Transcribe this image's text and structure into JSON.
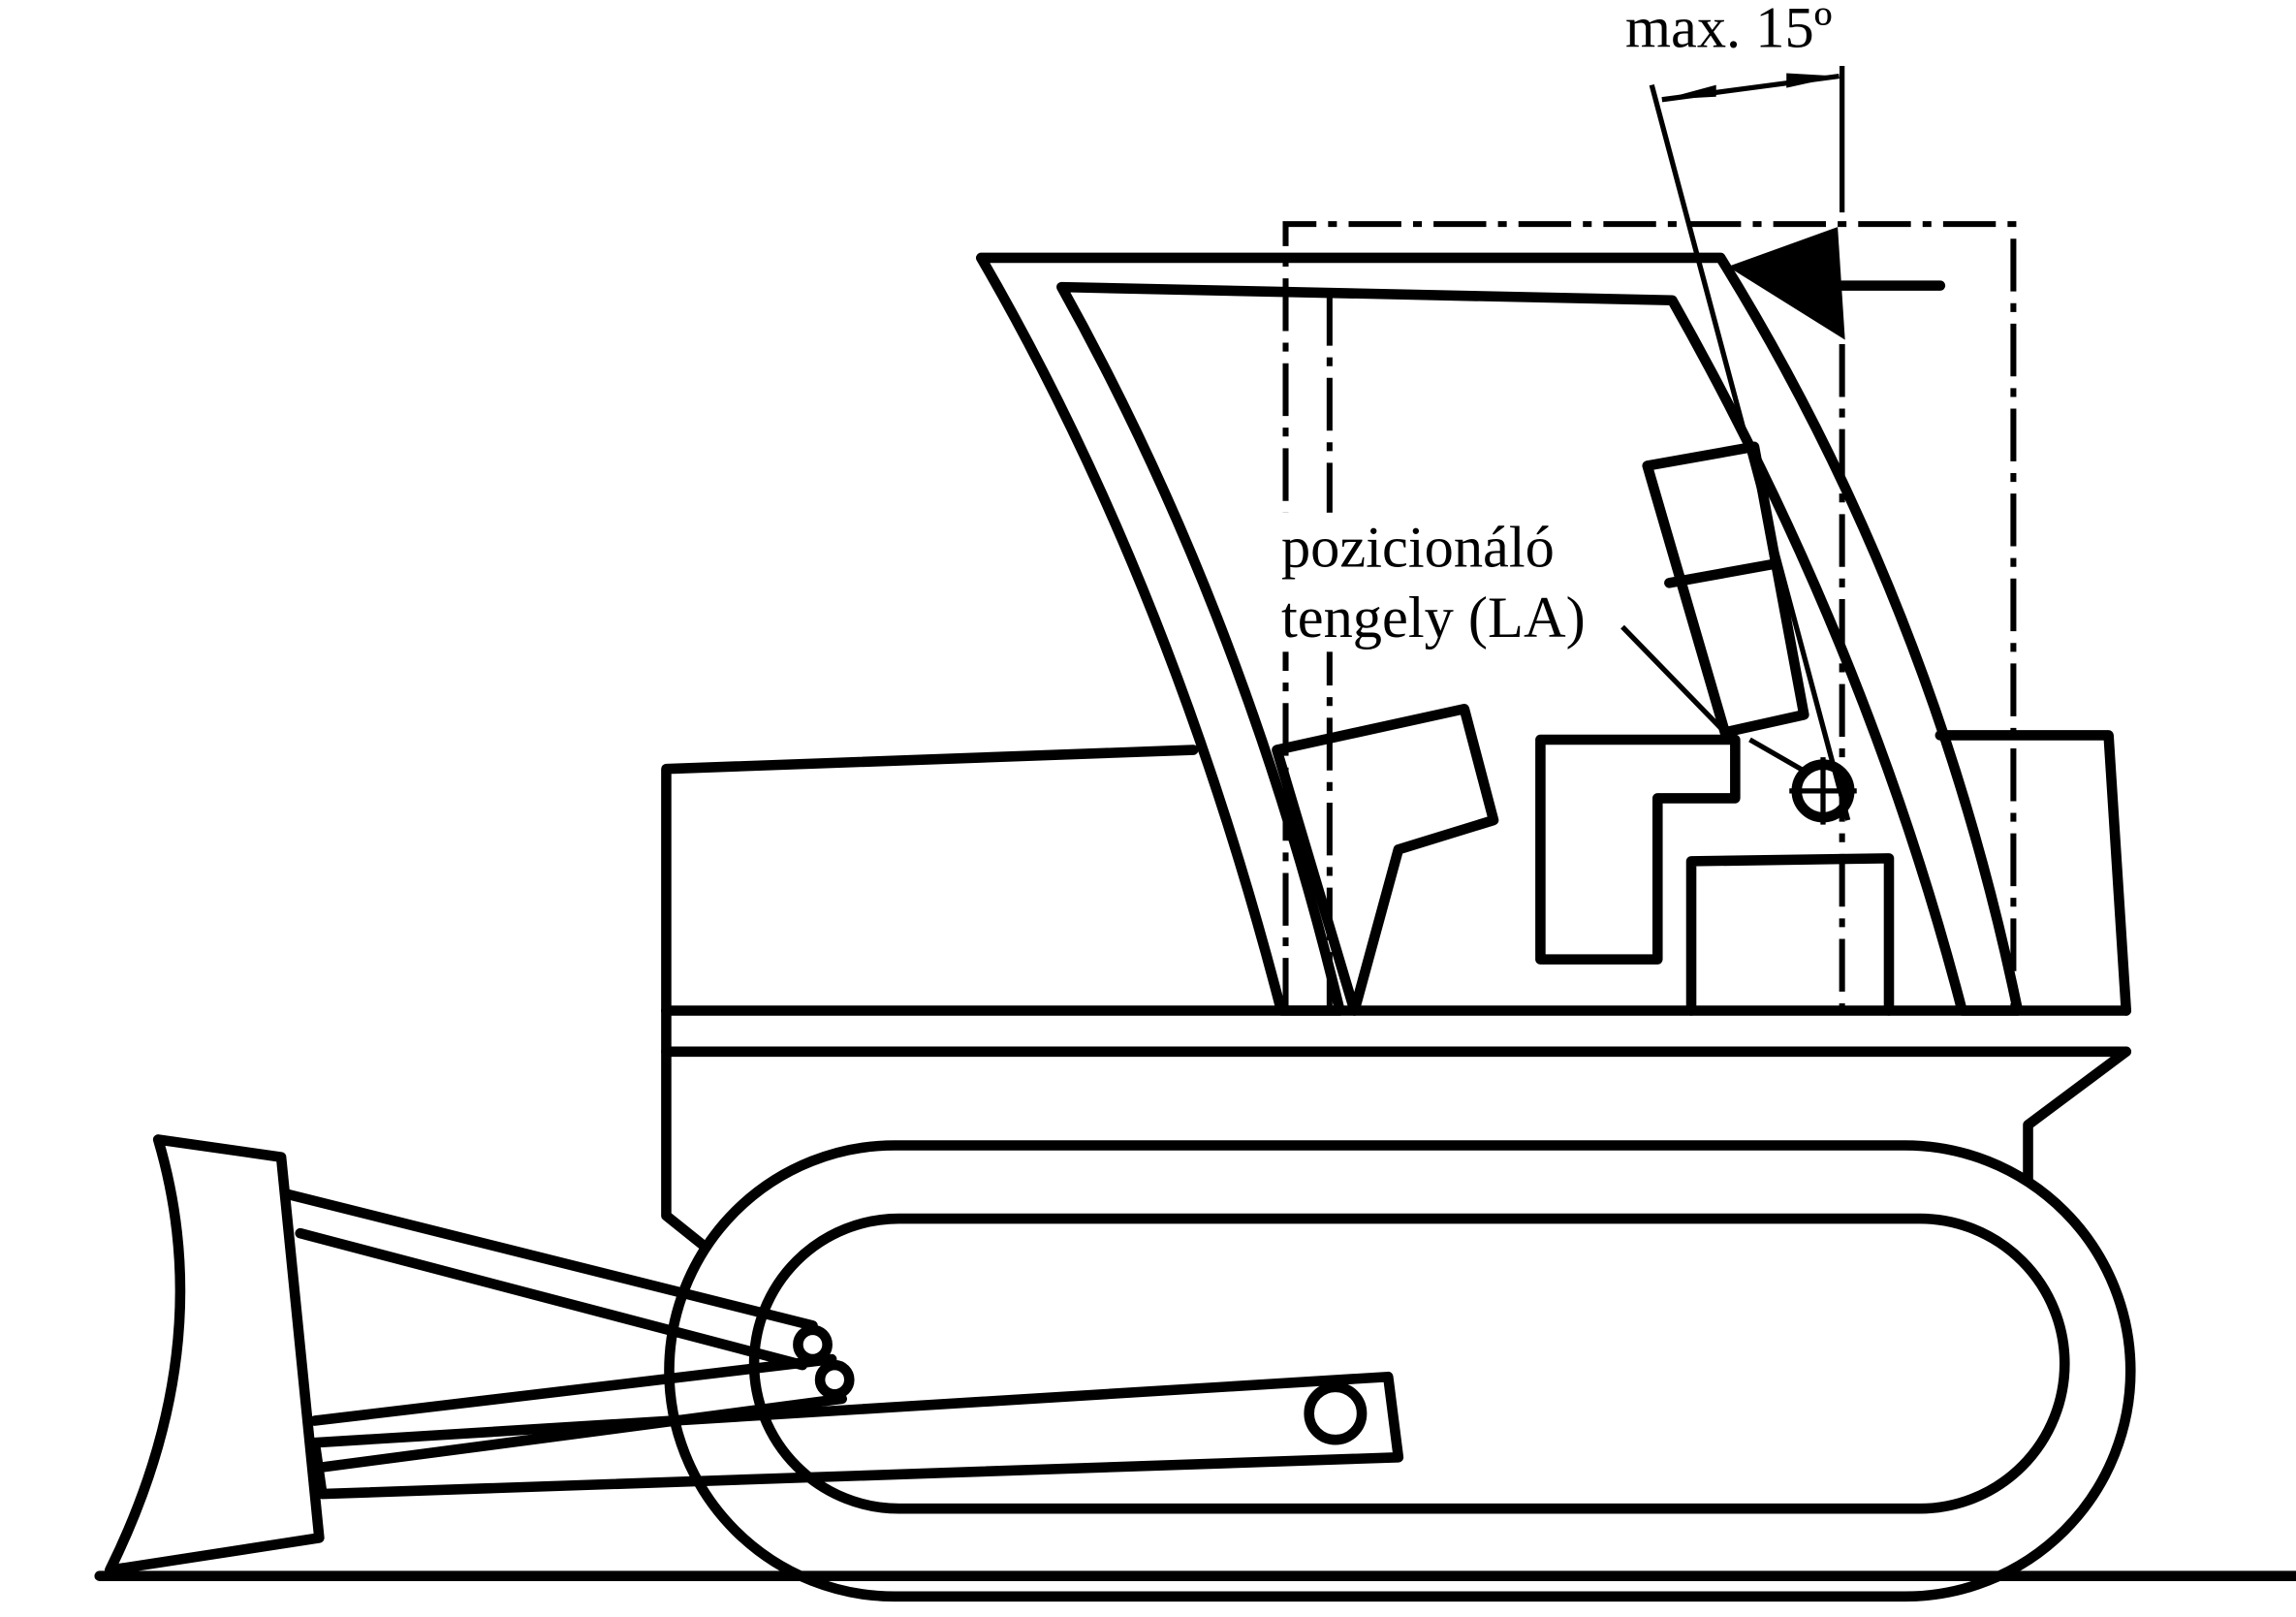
{
  "diagram": {
    "angle_label": "max. 15º",
    "axis_label_line1": "pozicionáló",
    "axis_label_line2": "tengely (LA)",
    "colors": {
      "ink": "#000000",
      "paper": "#ffffff"
    }
  }
}
